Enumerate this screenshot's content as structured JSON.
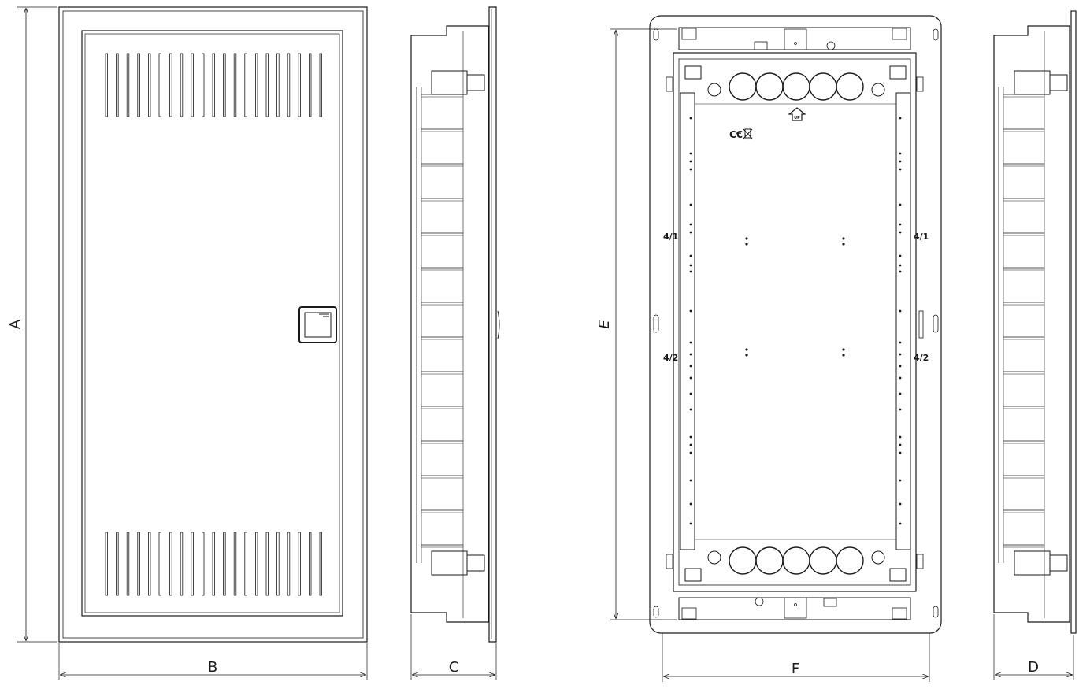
{
  "dimensions": {
    "a": "A",
    "b": "B",
    "c": "C",
    "d": "D",
    "e": "E",
    "f": "F"
  },
  "back_view": {
    "row_marks": [
      "4/1",
      "4/2"
    ],
    "up_mark": "UP",
    "certification": "C€"
  },
  "colors": {
    "line": "#1a1a1a",
    "background": "#ffffff"
  }
}
